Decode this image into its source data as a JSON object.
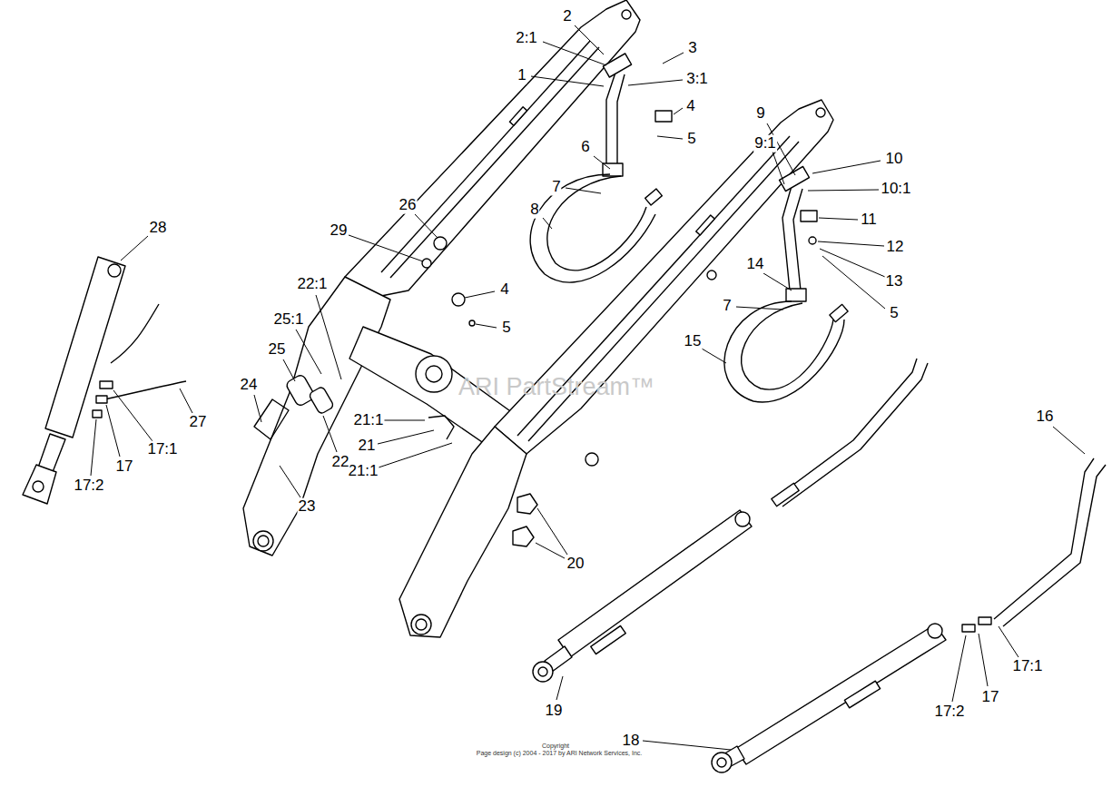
{
  "diagram": {
    "labels": [
      "2",
      "2:1",
      "3",
      "1",
      "3:1",
      "4",
      "5",
      "9",
      "9:1",
      "10",
      "10:1",
      "6",
      "7",
      "8",
      "11",
      "12",
      "13",
      "5",
      "28",
      "26",
      "29",
      "22:1",
      "4",
      "5",
      "14",
      "7",
      "15",
      "25:1",
      "25",
      "21:1",
      "21",
      "21:1",
      "24",
      "22",
      "27",
      "17:1",
      "17",
      "17:2",
      "23",
      "20",
      "16",
      "17:1",
      "17",
      "17:2",
      "19",
      "18",
      "ARI PartStream™",
      "Copyright",
      "Page design (c) 2004 - 2017 by ARI Network Services, Inc."
    ]
  }
}
